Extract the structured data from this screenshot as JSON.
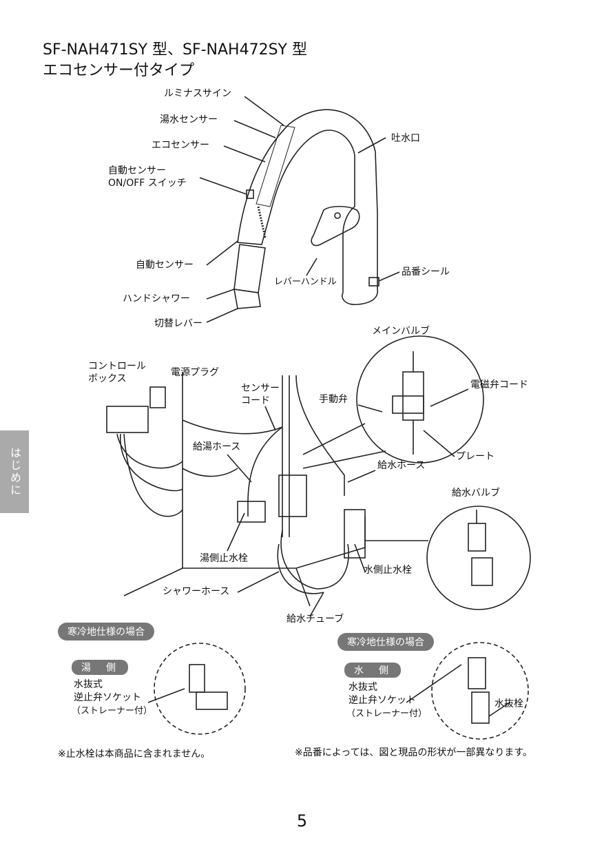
{
  "title": {
    "line1": "SF-NAH471SY 型、SF-NAH472SY 型",
    "line2": "エコセンサー付タイプ"
  },
  "faucet_labels": {
    "luminous_sign": "ルミナスサイン",
    "water_sensor": "湯水センサー",
    "eco_sensor": "エコセンサー",
    "auto_sensor_switch_1": "自動センサー",
    "auto_sensor_switch_2": "ON/OFF スイッチ",
    "spout": "吐水口",
    "auto_sensor": "自動センサー",
    "lever_handle": "レバーハンドル",
    "product_seal": "品番シール",
    "hand_shower": "ハンドシャワー",
    "switch_lever": "切替レバー"
  },
  "install_labels": {
    "main_valve": "メインバルブ",
    "control_box_1": "コントロール",
    "control_box_2": "ボックス",
    "power_plug": "電源プラグ",
    "sensor_cord_1": "センサー",
    "sensor_cord_2": "コード",
    "manual_valve": "手動弁",
    "solenoid_cord": "電磁弁コード",
    "plate": "プレート",
    "hot_hose": "給湯ホース",
    "supply_hose": "給水ホース",
    "supply_valve": "給水バルブ",
    "hot_stop_valve": "湯側止水栓",
    "cold_stop_valve": "水側止水栓",
    "shower_hose": "シャワーホース",
    "supply_tube": "給水チューブ"
  },
  "cold_region_left": {
    "badge": "寒冷地仕様の場合",
    "side": "湯　側",
    "line1": "水抜式",
    "line2": "逆止弁ソケット",
    "line3": "（ストレーナー付）"
  },
  "cold_region_right": {
    "badge": "寒冷地仕様の場合",
    "side": "水　側",
    "line1": "水抜式",
    "line2": "逆止弁ソケット",
    "line3": "（ストレーナー付）",
    "drain_plug": "水抜栓"
  },
  "notes": {
    "left": "※止水栓は本商品に含まれません。",
    "right": "※品番によっては、図と現品の形状が一部異なります。"
  },
  "side_tab": "はじめに",
  "page_number": "5"
}
